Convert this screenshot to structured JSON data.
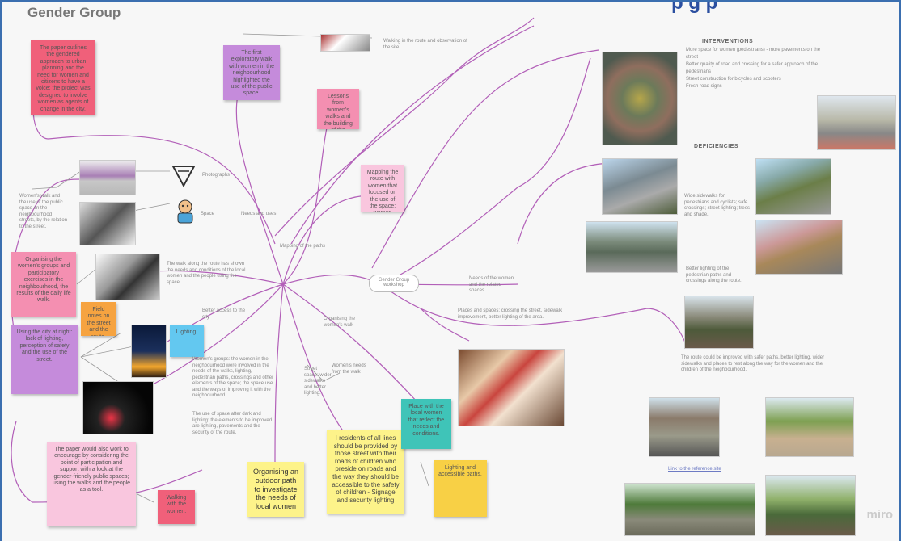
{
  "board": {
    "title": "Gender Group",
    "topbar_cut": "p               g  p",
    "watermark": "miro"
  },
  "stickies": {
    "s1": "The paper outlines the gendered approach to urban planning and the need for women and citizens to have a voice; the project was designed to involve women as agents of change in the city.",
    "s2": "The first exploratory walk with women in the neighbourhood highlighted the use of the public space.",
    "s3": "Lessons from women's walks and the building of the analysis.",
    "s4": "Mapping the route with women that focused on the use of the space: women talking about daily life and the places.",
    "s5": "Organising the women's groups and participatory exercises in the neighbourhood, the results of the daily life walk.",
    "s6": "Using the city at night: lack of lighting, perception of safety and the use of the street.",
    "s7": "Field notes on the street and the route.",
    "s8": "Lighting.",
    "s9": "The paper would also work to encourage by considering the point of participation and support with a look at the gender-friendly public spaces; using the walks and the people as a tool.",
    "s10": "Walking with the women.",
    "s11": "Organising an outdoor path to investigate the needs of local women",
    "s12": "I residents of all lines should be provided by those street with their roads of children who preside on roads and the way they should be accessible to the safety of children - Signage and security lighting",
    "s13": "Place with the local women that reflect the needs and conditions.",
    "s14": "Lighting and accessible paths."
  },
  "notes": {
    "n1": "Walking in the route and observation of the site",
    "n2": "Photographs",
    "n3": "Space",
    "n4": "Needs and uses",
    "n5": "Women's walk and the use of the public space on the neighbourhood streets, by the relation to the street.",
    "n6": "The walk along the route has shown the needs and conditions of the local women and the people using the space.",
    "n7": "Mapping of the paths",
    "n8": "Organising the women's walk",
    "n9": "Women's groups: the women in the neighbourhood were involved in the needs of the walks, lighting, pedestrian paths, crossings and other elements of the space; the space use and the ways of improving it with the neighbourhood.",
    "n10": "The use of space after dark and lighting: the elements to be improved are lighting, pavements and the security of the route.",
    "n11": "Better access to the city",
    "n12": "Places and spaces: crossing the street, sidewalk improvement, better lighting of the area.",
    "n13": "Needs of the women and the related spaces.",
    "n14": "Women's needs from the walk",
    "n15": "Street space: wider sidewalks and better lighting.",
    "n16": "Wide sidewalks for pedestrians and cyclists; safe crossings; street lighting; trees and shade.",
    "n17": "Better lighting of the pedestrian paths and crossings along the route.",
    "n18": "Link to the reference site",
    "n19": "The route could be improved with safer paths, better lighting, wider sidewalks and places to rest along the way for the women and the children of the neighbourhood."
  },
  "hub_label": "Gender Group workshop",
  "interventions": {
    "heading": "INTERVENTIONS",
    "bullets": [
      "More space for women (pedestrians) - more pavements on the street",
      "Better quality of road and crossing for a safer approach of the pedestrians",
      "Street construction for bicycles and scooters",
      "Fresh road signs"
    ],
    "heading2": "DEFICIENCIES"
  },
  "colors": {
    "pink_red": "#f0607a",
    "purple": "#c58bdb",
    "pink": "#f48fb1",
    "light_pink": "#f9c6de",
    "orange": "#f6a340",
    "light_blue": "#63c8f0",
    "yellow": "#fdf38a",
    "teal": "#3fc4b8",
    "gold": "#f8d045",
    "link": "#b25fb8"
  },
  "icons": [
    "pencil-icon",
    "cartoon-icon",
    "miro-logo"
  ]
}
